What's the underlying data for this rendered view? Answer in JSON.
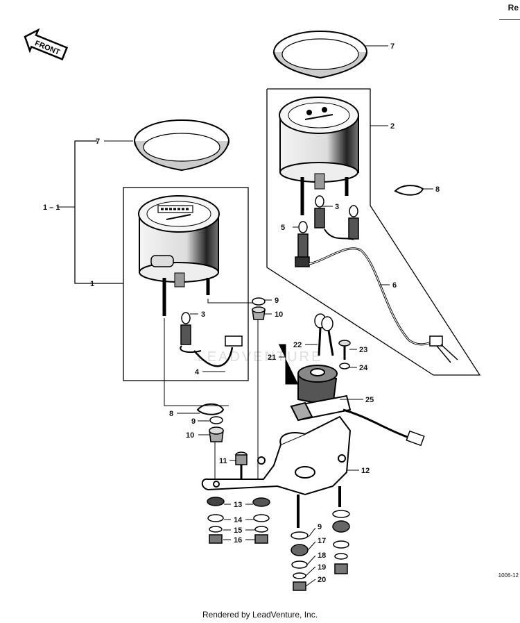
{
  "header": {
    "corner_text": "Re"
  },
  "front_arrow": {
    "label": "FRONT"
  },
  "callouts": {
    "c7a": "7",
    "c2": "2",
    "c8a": "8",
    "c3a": "3",
    "c5": "5",
    "c6": "6",
    "c7b": "7",
    "c1_1": "1 – 1",
    "c1": "1",
    "c3b": "3",
    "c4": "4",
    "c9a": "9",
    "c10a": "10",
    "c22": "22",
    "c21": "21",
    "c23": "23",
    "c24": "24",
    "c25": "25",
    "c8b": "8",
    "c9b": "9",
    "c10b": "10",
    "c11": "11",
    "c12": "12",
    "c13": "13",
    "c14": "14",
    "c15": "15",
    "c16": "16",
    "c9c": "9",
    "c17": "17",
    "c18": "18",
    "c19": "19",
    "c20": "20"
  },
  "reference_code": "1006-12",
  "watermark": "LEADVENTURE",
  "footer": {
    "credit": "Rendered by LeadVenture, Inc."
  }
}
